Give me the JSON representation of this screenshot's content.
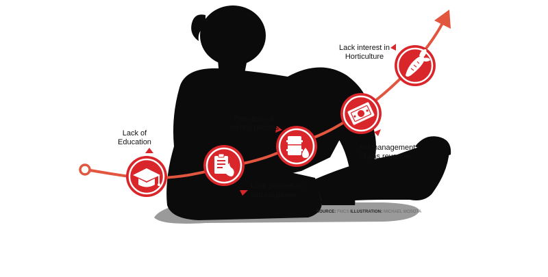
{
  "colors": {
    "accent": "#d9262b",
    "arrow": "#e2553f",
    "silhouette": "#0b0b0b",
    "shadow": "#9a9a9a",
    "icon_fill": "#ffffff"
  },
  "milestones": [
    {
      "label": "Lack of\nEducation",
      "icon": "graduation-cap-icon"
    },
    {
      "label": "Lack policies on\nnatural gases",
      "icon": "document-flame-icon"
    },
    {
      "label": "Petroleum &\nmining policies",
      "icon": "oil-barrel-drop-icon"
    },
    {
      "label": "Mismanagement\nof gas revenue",
      "icon": "banknotes-icon"
    },
    {
      "label": "Lack interest in\nHorticulture",
      "icon": "carrot-leaf-icon"
    }
  ],
  "credits": {
    "source_label": "SOURCE:",
    "source_value": "FMCS",
    "illustration_label": "ILLUSTRATION:",
    "illustration_value": "MICHAEL MOSOTA"
  }
}
